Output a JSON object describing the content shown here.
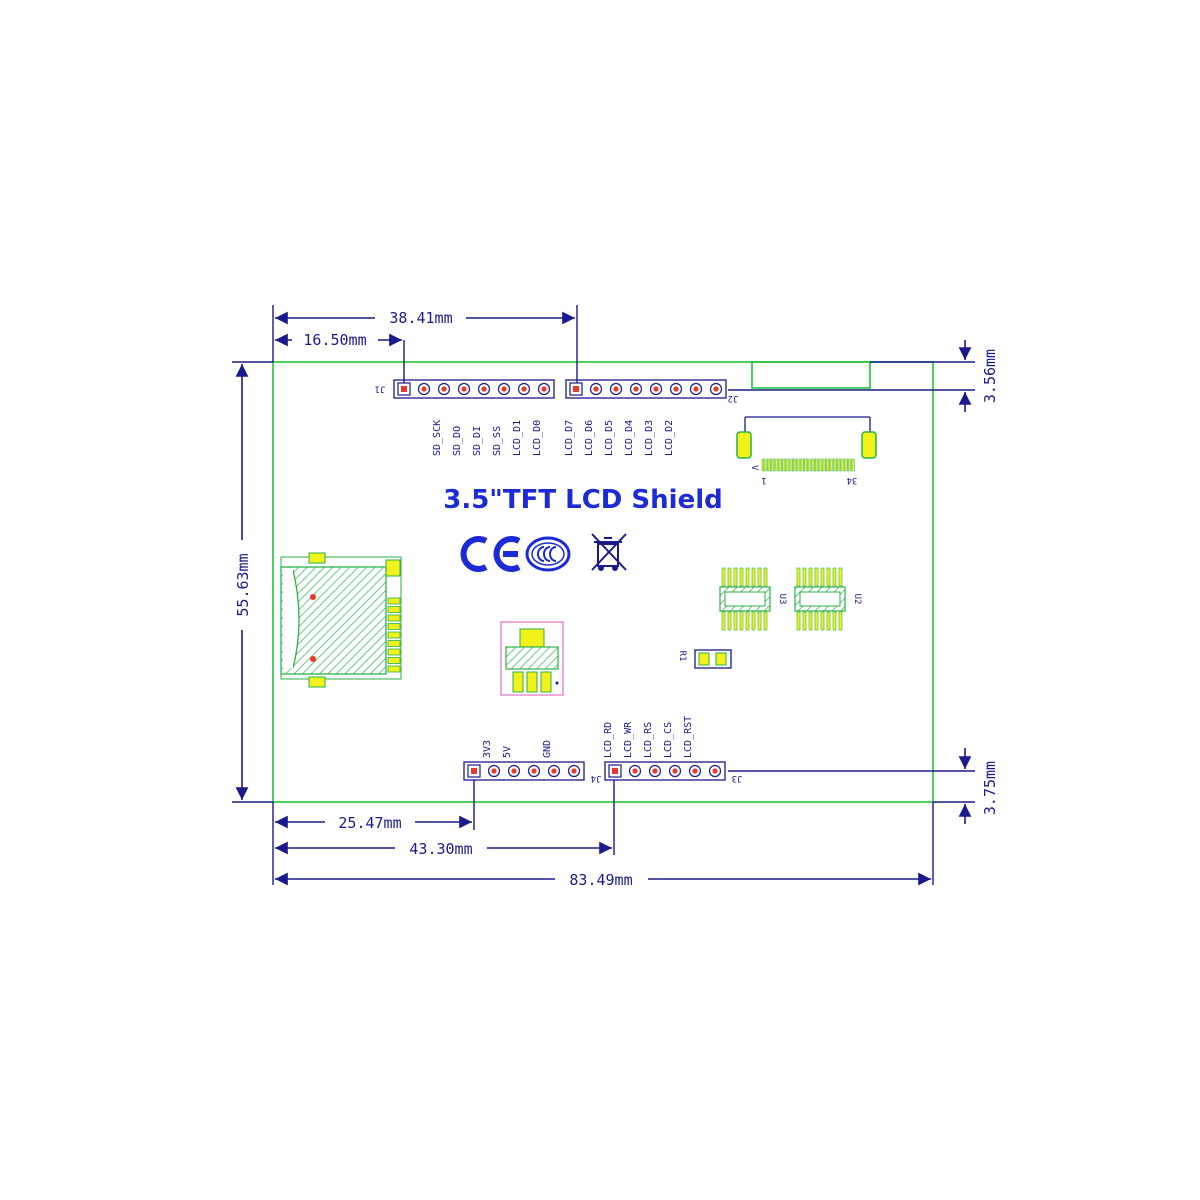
{
  "board": {
    "title": "3.5\"TFT LCD Shield",
    "certifications": [
      "CE",
      "CCC",
      "WEEE"
    ]
  },
  "dimensions": {
    "width_total": "83.49mm",
    "height_total": "55.63mm",
    "j1_offset": "16.50mm",
    "j2_offset": "38.41mm",
    "j4_offset": "25.47mm",
    "j3_offset": "43.30mm",
    "top_margin": "3.56mm",
    "bottom_margin": "3.75mm"
  },
  "headers": {
    "j1": {
      "ref": "J1",
      "pins": 8,
      "labels": [
        "SD_SCK",
        "SD_DO",
        "SD_DI",
        "SD_SS",
        "LCD_D1",
        "LCD_D0"
      ]
    },
    "j2": {
      "ref": "J2",
      "pins": 8,
      "labels": [
        "LCD_D7",
        "LCD_D6",
        "LCD_D5",
        "LCD_D4",
        "LCD_D3",
        "LCD_D2"
      ]
    },
    "j4": {
      "ref": "J4",
      "pins": 6,
      "labels": [
        "3V3",
        "5V",
        "GND"
      ]
    },
    "j3": {
      "ref": "J3",
      "pins": 6,
      "labels": [
        "LCD_RD",
        "LCD_WR",
        "LCD_RS",
        "LCD_CS",
        "LCD_RST"
      ]
    }
  },
  "components": {
    "u3": "U3",
    "u2": "U2",
    "r1": "R1",
    "fpc_pin_first": "1",
    "fpc_pin_last": "34",
    "fpc_marker": "V"
  },
  "colors": {
    "dimension": "#1a1a8c",
    "board_outline": "#22c33a",
    "title": "#1d2bd6",
    "pad_yellow": "#f2f21a",
    "pad_red": "#e83a2a",
    "hatch": "#2bb24a",
    "regulator_outline": "#e070c8"
  }
}
